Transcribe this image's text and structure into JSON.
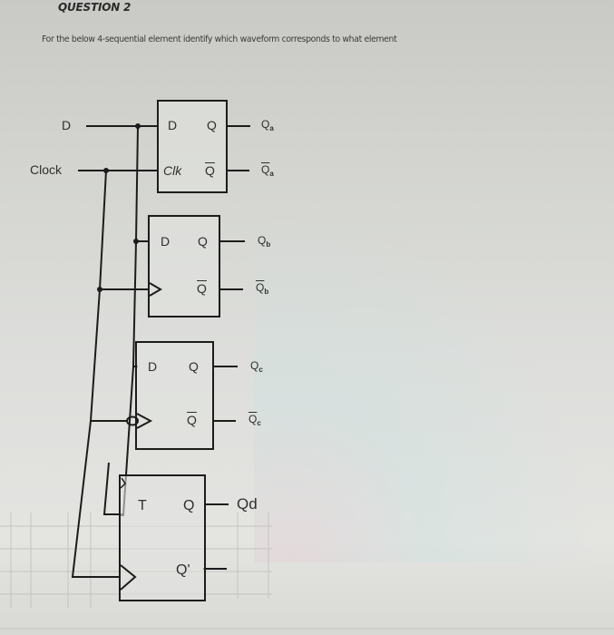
{
  "question": {
    "title": "QUESTION 2",
    "text": "For the below 4-sequential element identify which waveform corresponds to what element"
  },
  "inputs": {
    "d_label": "D",
    "clock_label": "Clock"
  },
  "flip_flops": [
    {
      "id": "a",
      "type": "D flip-flop (level-sensitive latch)",
      "pins": {
        "in": "D",
        "clk": "Clk",
        "q": "Q",
        "qbar": "Q"
      },
      "outputs": {
        "q": "Q",
        "q_sub": "a",
        "qbar": "Q",
        "qbar_sub": "a"
      }
    },
    {
      "id": "b",
      "type": "D flip-flop (positive edge-triggered)",
      "pins": {
        "in": "D",
        "q": "Q",
        "qbar": "Q"
      },
      "outputs": {
        "q": "Q",
        "q_sub": "b",
        "qbar": "Q",
        "qbar_sub": "b"
      }
    },
    {
      "id": "c",
      "type": "D flip-flop (negative edge-triggered)",
      "pins": {
        "in": "D",
        "q": "Q",
        "qbar": "Q"
      },
      "outputs": {
        "q": "Q",
        "q_sub": "c",
        "qbar": "Q",
        "qbar_sub": "c"
      }
    },
    {
      "id": "d",
      "type": "T flip-flop (positive edge-triggered)",
      "pins": {
        "in": "T",
        "q": "Q",
        "qbar": "Q'"
      },
      "outputs": {
        "q": "Qd"
      }
    }
  ],
  "colors": {
    "wire": "#1c1c1c",
    "text": "#2f2f2f",
    "background": "#d8d9d5"
  }
}
